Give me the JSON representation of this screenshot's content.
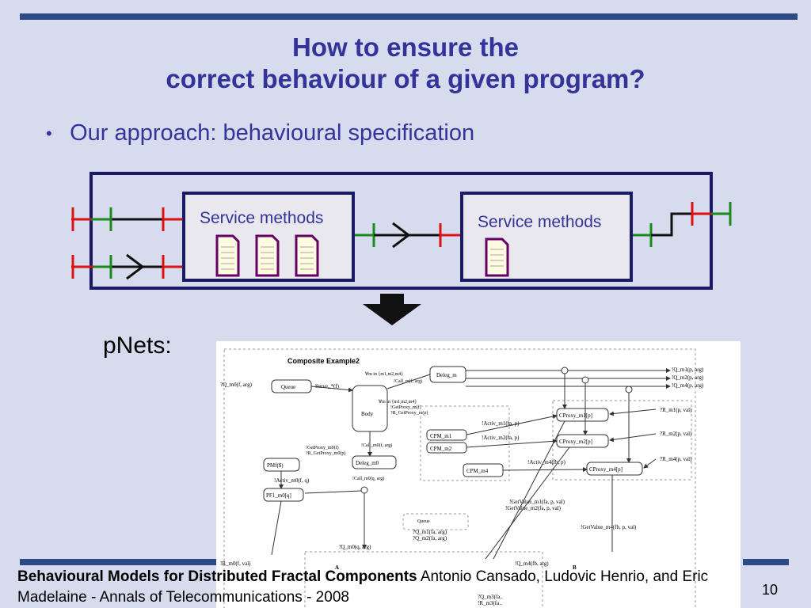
{
  "slide": {
    "title_line1": "How to ensure the",
    "title_line2": "correct behaviour of a given program?",
    "bullet_text": "Our approach: behavioural specification",
    "pnets_label": "pNets:",
    "citation_bold": "Behavioural Models for Distributed Fractal Components",
    "citation_rest": " Antonio Cansado, Ludovic Henrio, and Eric Madelaine - Annals of Telecommunications - 2008",
    "page_number": "10"
  },
  "diagram": {
    "left_box_label": "Service methods",
    "right_box_label": "Service methods"
  },
  "pnet": {
    "title": "Composite Example2",
    "labels": {
      "q_m0": "?Q_m0(f, arg)",
      "queue": "Queue",
      "serve": "Serve_*(f)",
      "forall": "∀m in {m1,m2,m4}",
      "call_m": "!Call_m(f, arg)",
      "deleg_m": "Deleg_m",
      "body": "Body",
      "get_proxy": "!GetProxy_m(f)",
      "r_get_proxy": "?R_GetProxy_m(p)",
      "forall2": "∀m in {m1,m2,m4}",
      "getproxy2": "!GetProxy_m(f)",
      "rgetproxy2": "?R_GetProxy_m(p)",
      "q_m1": "!Q_m1(p, arg)",
      "q_m2": "!Q_m2(p, arg)",
      "q_m4": "!Q_m4(p, arg)",
      "cproxy_m1": "CProxy_m1[p]",
      "cproxy_m2": "CProxy_m2[p]",
      "cproxy_m4": "CProxy_m4[p]",
      "r_m1": "?R_m1(p, val)",
      "r_m2": "?R_m2(p, val)",
      "r_m4": "?R_m4(p, val)",
      "activ_m1": "!Activ_m1(fa, p)",
      "activ_m2": "!Activ_m2(fa, p)",
      "activ_m4": "!Activ_m4(fb, p)",
      "cpm_m1": "CPM_m1",
      "cpm_m2": "CPM_m2",
      "cpm_m4": "CPM_m4",
      "call_m0_f": "!Call_m0(f, arg)",
      "getproxy_m0": "!GetProxy_m0(f)",
      "r_getproxy_m0": "?R_GetProxy_m0(p)",
      "deleg_m0": "Deleg_m0",
      "pmf": "PMf($)",
      "activ_m0": "!Activ_m0(f, q)",
      "call_m0_q": "!Call_m0(q, arg)",
      "pf1_m0": "PF1_m0[q]",
      "getvalue_m1": "!GetValue_m1(fa, p, val)",
      "getvalue_m2": "!GetValue_m2(fa, p, val)",
      "getvalue_m4": "!GetValue_m4(fb, p, val)",
      "queue2": "Queue",
      "q_m1_fa": "?Q_m1(fa, arg)",
      "q_m2_fa": "?Q_m2(fa, arg)",
      "q_m0_q": "!Q_m0(q, arg)",
      "q_m4_fb": "!Q_m4(fb, arg)",
      "r_m0": "!R_m0(f, val)",
      "a": "A",
      "b": "B",
      "q_m3": "?Q_m3(fa..",
      "r_m3": "!R_m3(fa.."
    }
  }
}
